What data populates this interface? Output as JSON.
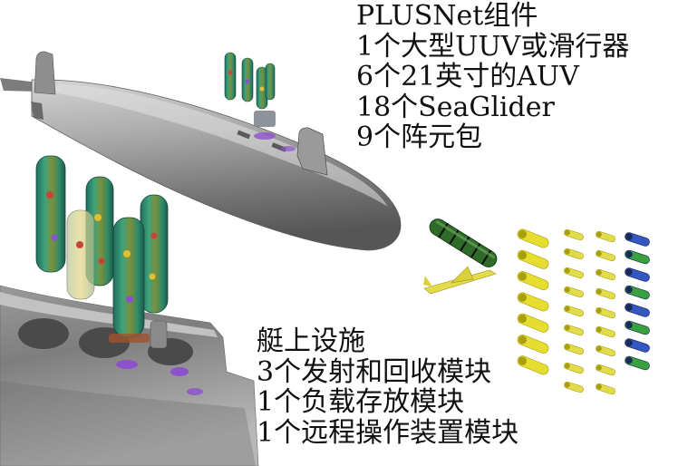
{
  "components": {
    "title": "PLUSNet组件",
    "items": [
      "1个大型UUV或滑行器",
      "6个21英寸的AUV",
      "18个SeaGlider",
      "9个阵元包"
    ]
  },
  "onboard": {
    "title": "艇上设施",
    "items": [
      "3个发射和回收模块",
      "1个负载存放模块",
      "1个远程操作装置模块"
    ]
  },
  "colors": {
    "hull_light": "#cfcfcf",
    "hull_mid": "#a4a4a4",
    "hull_dark": "#5c5c5c",
    "auv": "#e6de2e",
    "auv_dark": "#a89f10",
    "glider": "#e3dc4a",
    "array_blue": "#3557c2",
    "array_green": "#38a13e",
    "uuv": "#2e6b28",
    "purple": "#8c52cc"
  }
}
